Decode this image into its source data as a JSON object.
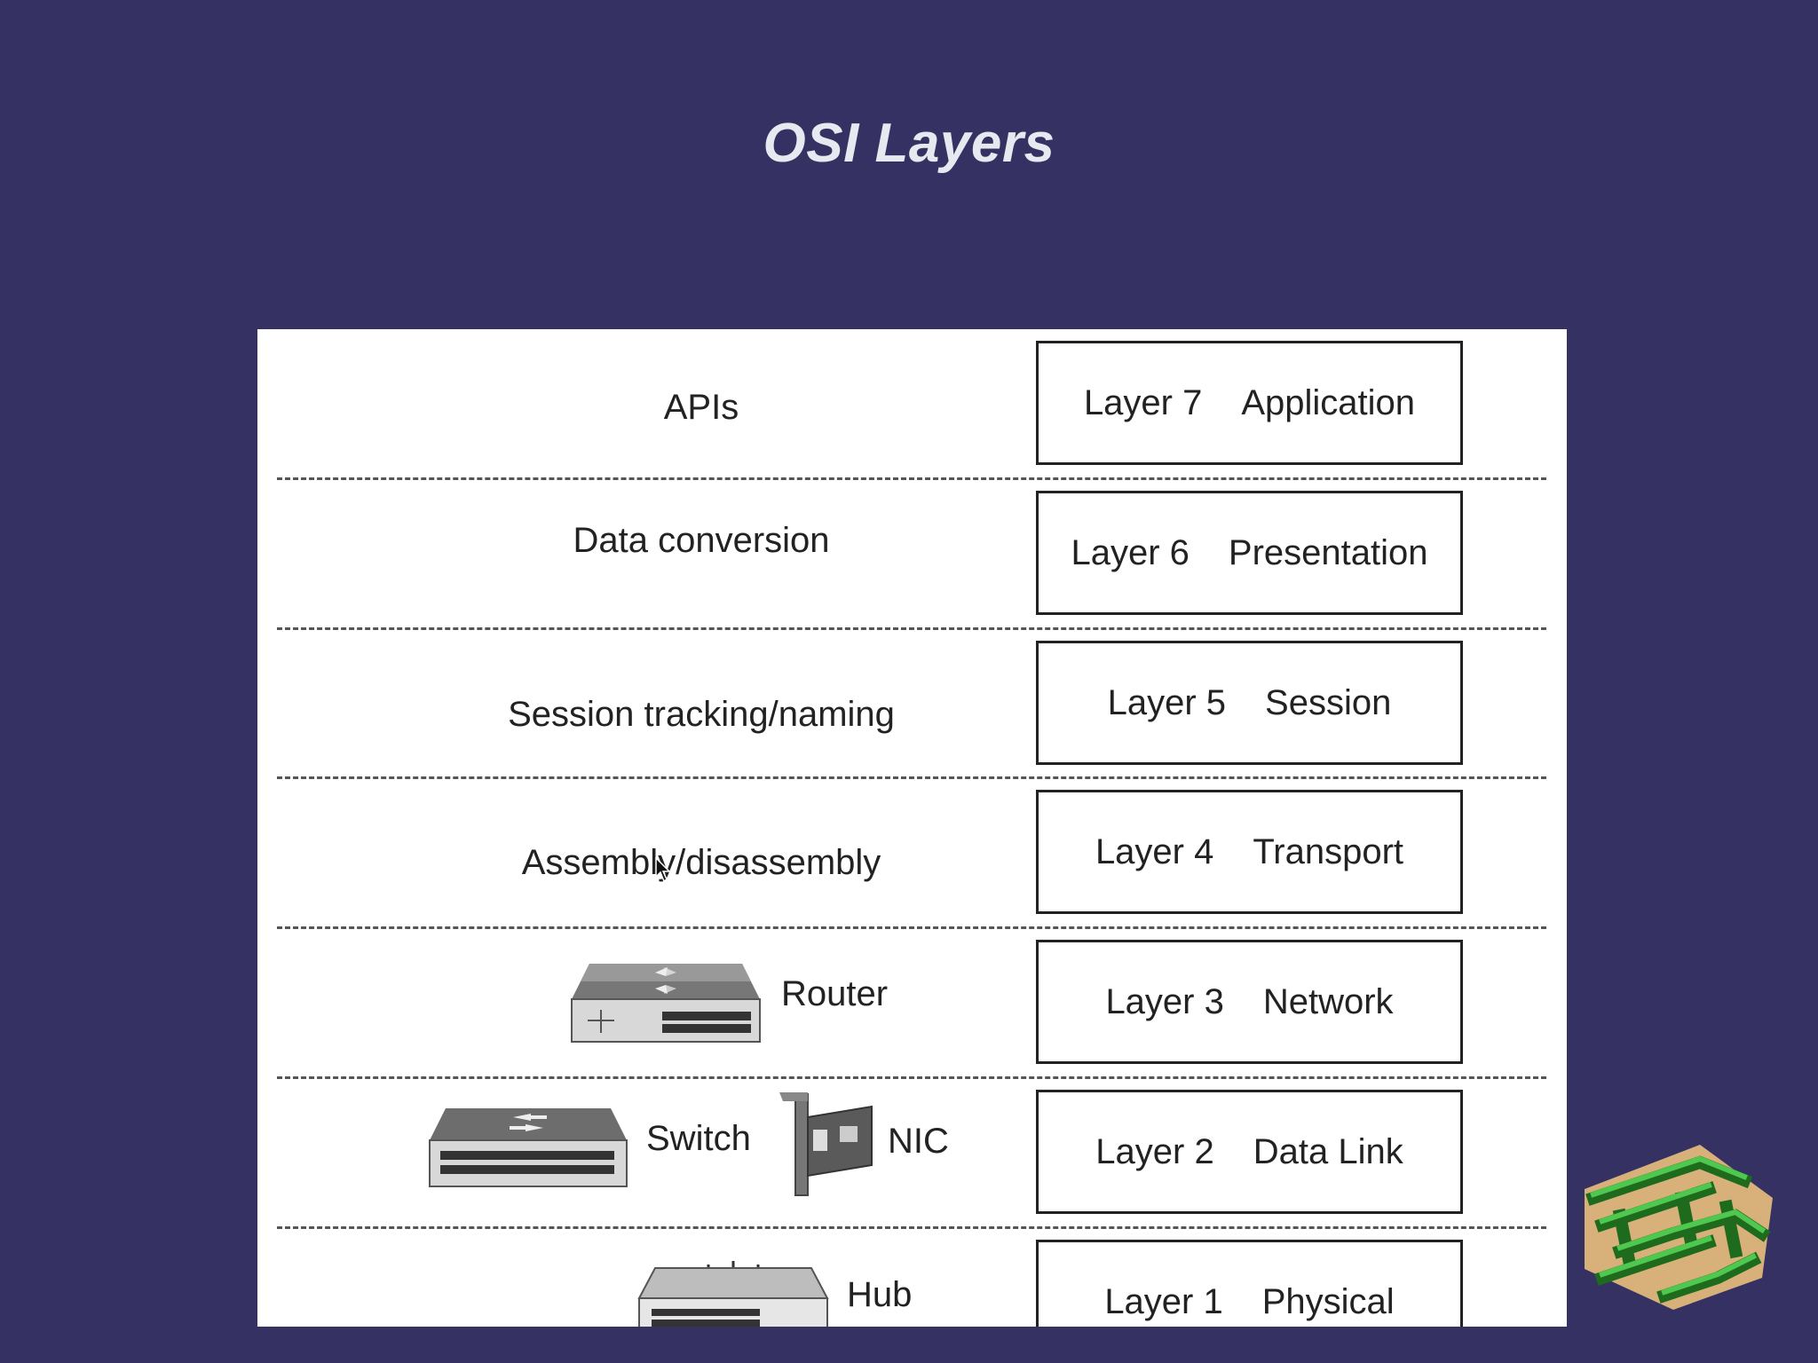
{
  "slide": {
    "title": "OSI Layers"
  },
  "layers": [
    {
      "num": "Layer 7",
      "name": "Application",
      "desc": "APIs"
    },
    {
      "num": "Layer 6",
      "name": "Presentation",
      "desc": "Data conversion"
    },
    {
      "num": "Layer 5",
      "name": "Session",
      "desc": "Session tracking/naming"
    },
    {
      "num": "Layer 4",
      "name": "Transport",
      "desc": "Assembly/disassembly"
    },
    {
      "num": "Layer 3",
      "name": "Network",
      "devices": [
        "Router"
      ]
    },
    {
      "num": "Layer 2",
      "name": "Data Link",
      "devices": [
        "Switch",
        "NIC"
      ]
    },
    {
      "num": "Layer 1",
      "name": "Physical",
      "devices": [
        "Hub"
      ]
    }
  ],
  "icons": {
    "router": "router-icon",
    "switch": "switch-icon",
    "nic": "nic-card-icon",
    "hub": "hub-icon",
    "maze": "maze-icon",
    "cursor": "mouse-cursor-icon"
  },
  "colors": {
    "background": "#353263",
    "panel": "#ffffff",
    "title": "#e8e8f0"
  }
}
